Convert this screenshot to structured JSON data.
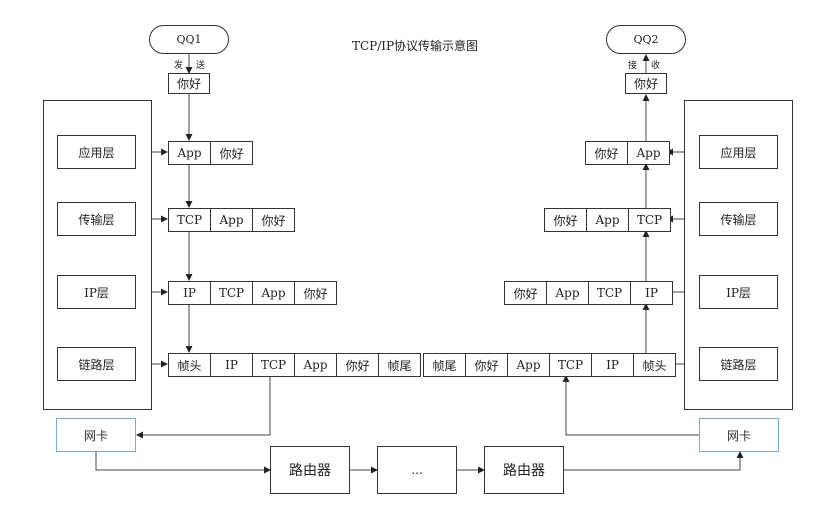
{
  "title": "TCP/IP协议传输示意图",
  "sender": {
    "name": "QQ1",
    "action_labels": [
      "发",
      "送"
    ],
    "message": "你好",
    "layers": [
      "应用层",
      "传输层",
      "IP层",
      "链路层"
    ],
    "packets": [
      [
        "App",
        "你好"
      ],
      [
        "TCP",
        "App",
        "你好"
      ],
      [
        "IP",
        "TCP",
        "App",
        "你好"
      ],
      [
        "帧头",
        "IP",
        "TCP",
        "App",
        "你好",
        "帧尾"
      ]
    ],
    "nic": "网卡"
  },
  "receiver": {
    "name": "QQ2",
    "action_labels": [
      "接",
      "收"
    ],
    "message": "你好",
    "layers": [
      "应用层",
      "传输层",
      "IP层",
      "链路层"
    ],
    "packets": [
      [
        "你好",
        "App"
      ],
      [
        "你好",
        "App",
        "TCP"
      ],
      [
        "你好",
        "App",
        "TCP",
        "IP"
      ],
      [
        "帧尾",
        "你好",
        "App",
        "TCP",
        "IP",
        "帧头"
      ]
    ],
    "nic": "网卡"
  },
  "network": {
    "router_1": "路由器",
    "ellipsis": "...",
    "router_2": "路由器"
  },
  "colors": {
    "line": "#333333",
    "nic_border": "#7aa7cc"
  }
}
